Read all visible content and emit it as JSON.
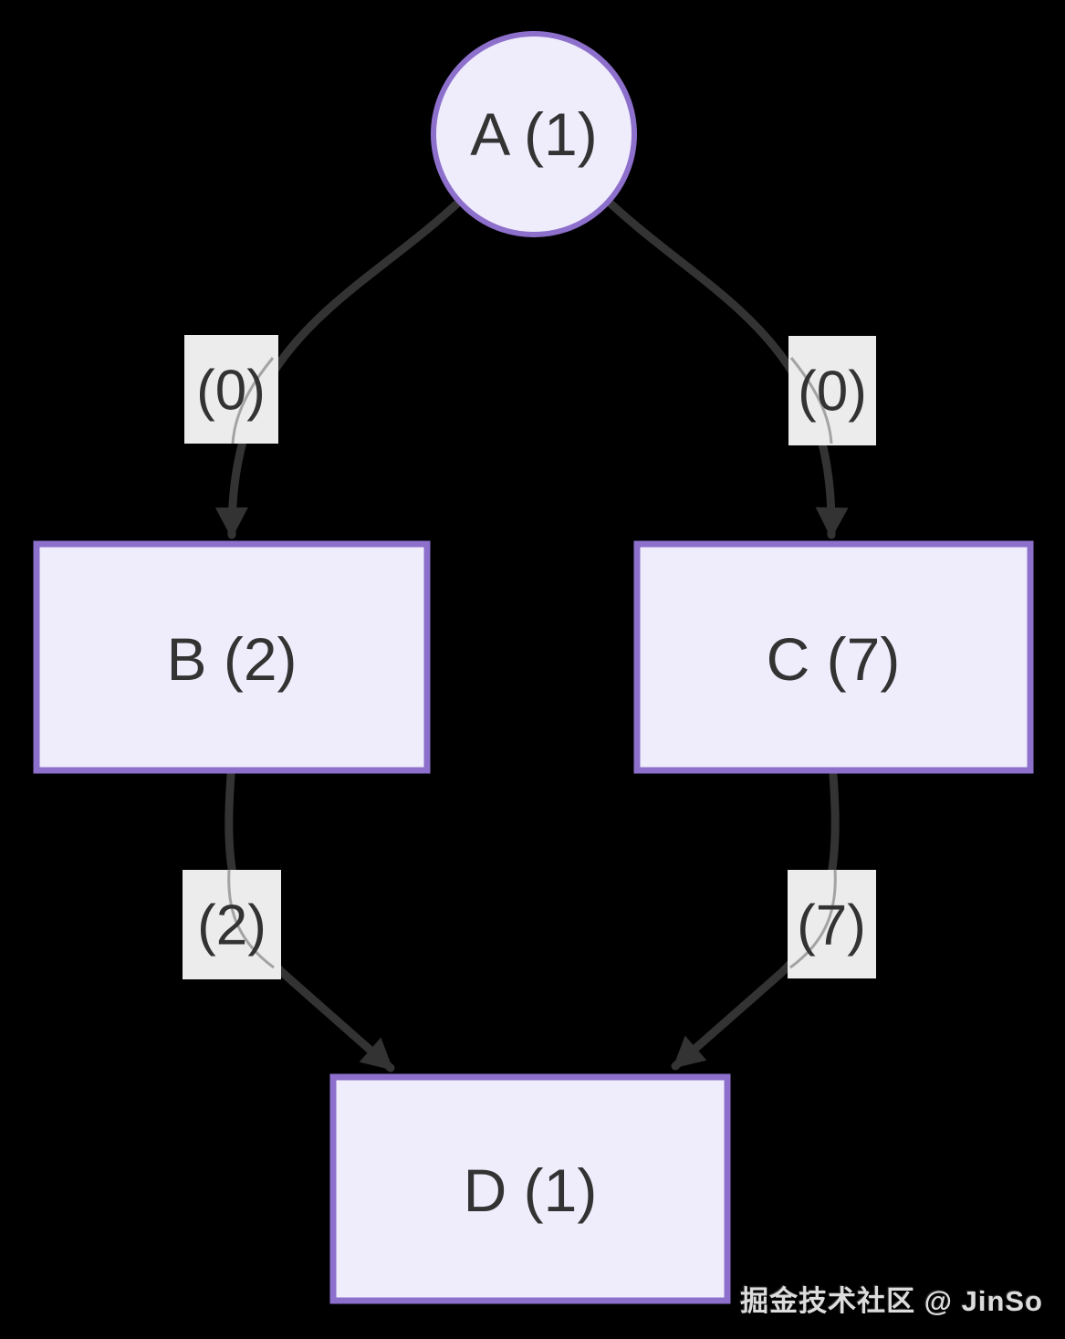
{
  "diagram": {
    "type": "graph",
    "background": "#000000",
    "colors": {
      "node_fill": "#EFEDFC",
      "node_border": "#8D6FCC",
      "edge_color": "#333333",
      "edge_label_bg": "#ECECEC",
      "text_color": "#333333",
      "label_through_line": "#969696"
    },
    "nodes": [
      {
        "id": "A",
        "label": "A (1)",
        "shape": "circle"
      },
      {
        "id": "B",
        "label": "B (2)",
        "shape": "rect"
      },
      {
        "id": "C",
        "label": "C (7)",
        "shape": "rect"
      },
      {
        "id": "D",
        "label": "D (1)",
        "shape": "rect"
      }
    ],
    "edges": [
      {
        "from": "A",
        "to": "B",
        "label": "(0)"
      },
      {
        "from": "A",
        "to": "C",
        "label": "(0)"
      },
      {
        "from": "B",
        "to": "D",
        "label": "(2)"
      },
      {
        "from": "C",
        "to": "D",
        "label": "(7)"
      }
    ]
  },
  "watermark": {
    "text": "掘金技术社区 @ JinSo"
  }
}
